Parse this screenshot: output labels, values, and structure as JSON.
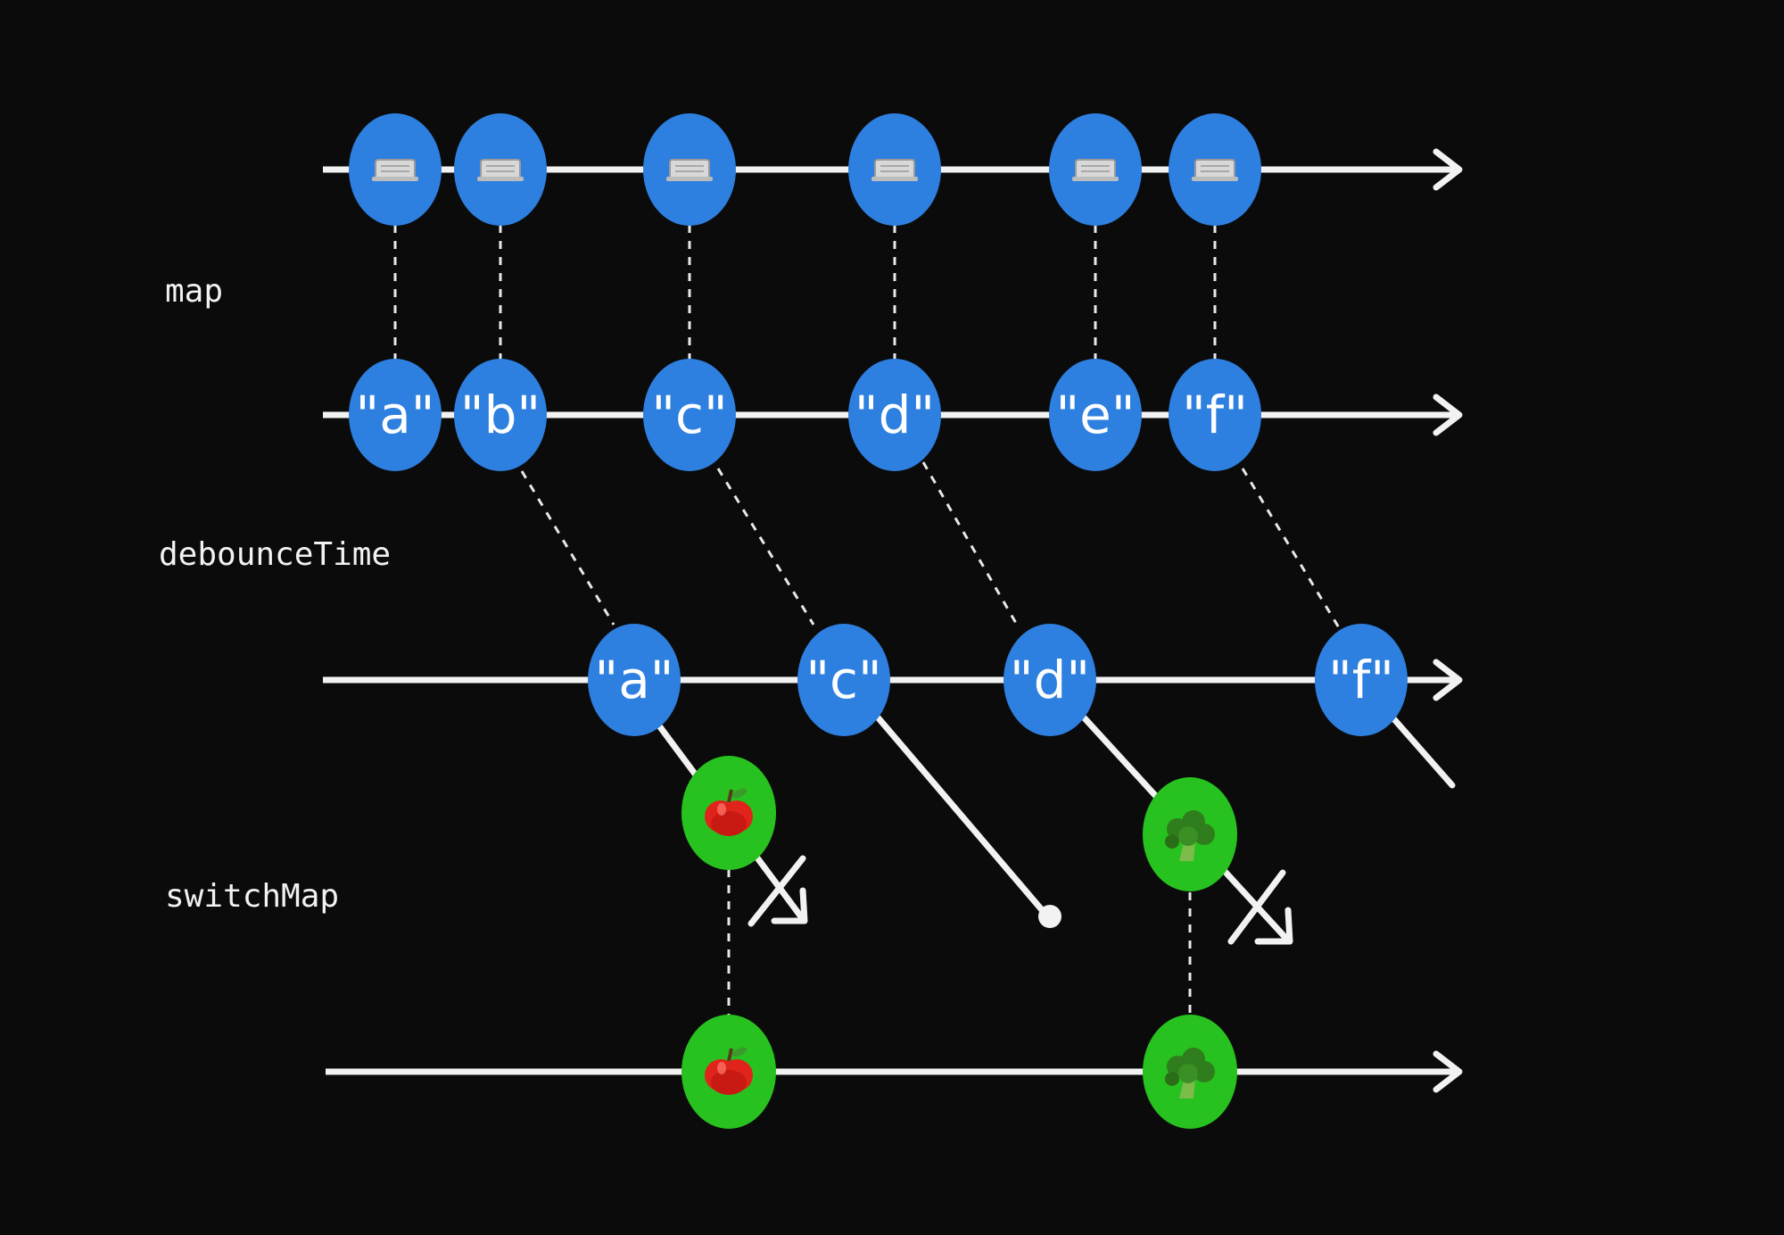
{
  "operators": [
    "map",
    "debounceTime",
    "switchMap"
  ],
  "colors": {
    "background": "#0b0b0b",
    "line": "#f2f2f2",
    "blue_bubble": "#2d7fe0",
    "green_bubble": "#27c21f",
    "text": "#ffffff"
  },
  "rows": {
    "keyboard_events": {
      "icon": "keyboard-icon",
      "count": 6
    },
    "mapped_values": [
      "\"a\"",
      "\"b\"",
      "\"c\"",
      "\"d\"",
      "\"e\"",
      "\"f\""
    ],
    "debounced_values": [
      "\"a\"",
      "\"c\"",
      "\"d\"",
      "\"f\""
    ],
    "inner_results": [
      {
        "icon": "apple-icon",
        "cancelled": true
      },
      {
        "icon": "broccoli-icon",
        "cancelled": true
      }
    ],
    "output_values": [
      "apple-icon",
      "broccoli-icon"
    ]
  }
}
